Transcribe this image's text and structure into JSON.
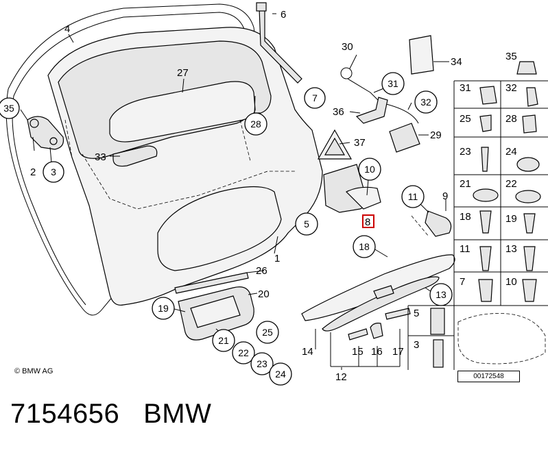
{
  "diagram": {
    "brand": "BMW",
    "copyright": "© BMW AG",
    "reference_id": "00172548",
    "catalog_number": "7154656",
    "callouts": {
      "c1": "1",
      "c2": "2",
      "c3": "3",
      "c4": "4",
      "c5": "5",
      "c6": "6",
      "c7": "7",
      "c8": "8",
      "c9": "9",
      "c10": "10",
      "c11": "11",
      "c12": "12",
      "c13": "13",
      "c14": "14",
      "c15": "15",
      "c16": "16",
      "c17": "17",
      "c18": "18",
      "c19": "19",
      "c20": "20",
      "c21": "21",
      "c22": "22",
      "c23": "23",
      "c24": "24",
      "c25": "25",
      "c26": "26",
      "c27": "27",
      "c28": "28",
      "c29": "29",
      "c30": "30",
      "c31": "31",
      "c32": "32",
      "c33": "33",
      "c34": "34",
      "c35": "35",
      "c36": "36",
      "c37": "37"
    },
    "side_table": {
      "r35": "35",
      "r31": "31",
      "r32": "32",
      "r25": "25",
      "r28": "28",
      "r23": "23",
      "r24": "24",
      "r21": "21",
      "r22": "22",
      "r18": "18",
      "r19": "19",
      "r11": "11",
      "r13": "13",
      "r7": "7",
      "r10": "10",
      "r5": "5",
      "r3": "3"
    }
  }
}
